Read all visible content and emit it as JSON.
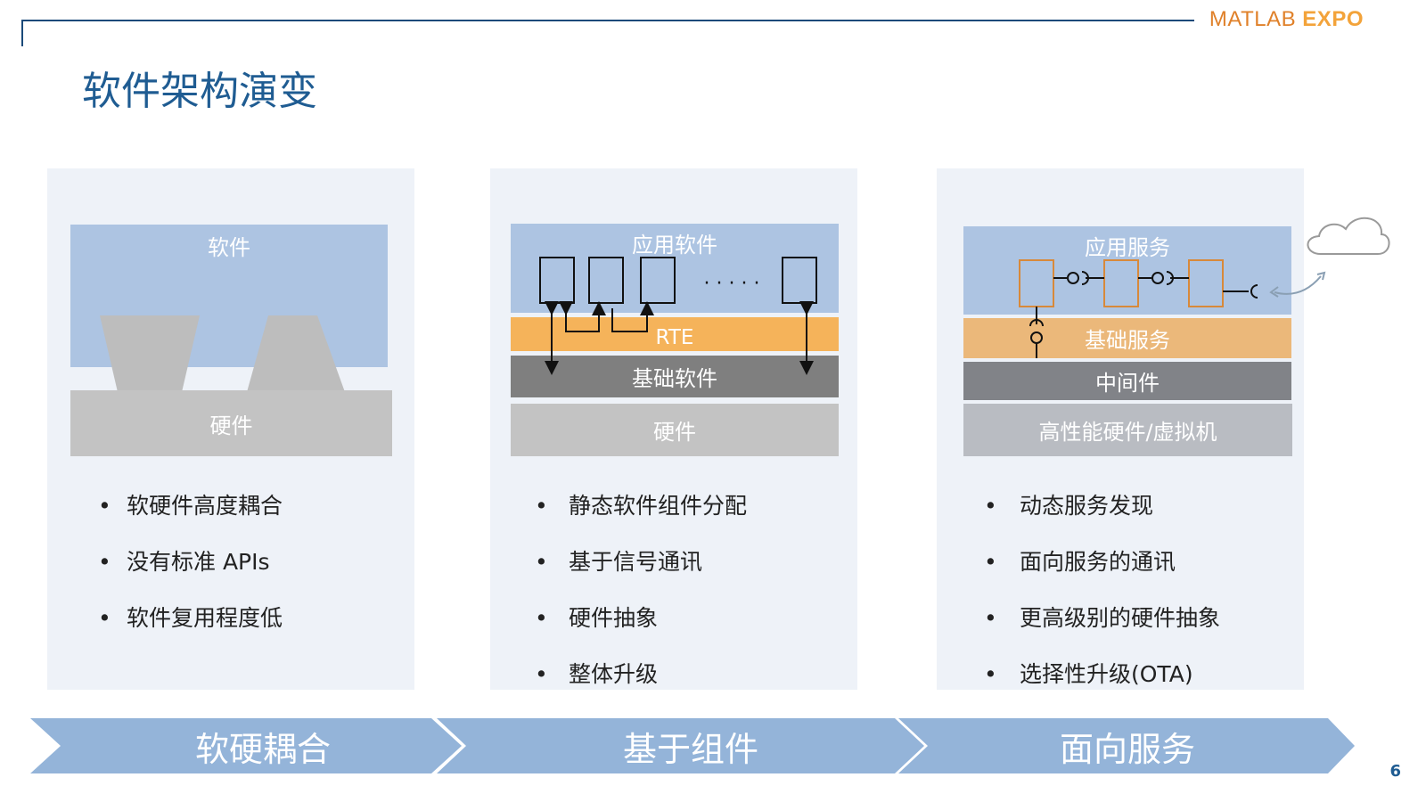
{
  "logo": {
    "matlab": "MATLAB",
    "expo": "EXPO"
  },
  "title": "软件架构演变",
  "page_number": "6",
  "panels": [
    {
      "layers": {
        "software": "软件",
        "hardware": "硬件"
      },
      "bullets": [
        "软硬件高度耦合",
        "没有标准 APIs",
        "软件复用程度低"
      ]
    },
    {
      "layers": {
        "app": "应用软件",
        "rte": "RTE",
        "bsw": "基础软件",
        "hw": "硬件"
      },
      "dots": "· · · · ·",
      "bullets": [
        "静态软件组件分配",
        "基于信号通讯",
        "硬件抽象",
        "整体升级"
      ]
    },
    {
      "layers": {
        "app_services": "应用服务",
        "base_services": "基础服务",
        "middleware": "中间件",
        "hw": "高性能硬件/虚拟机"
      },
      "bullets": [
        "动态服务发现",
        "面向服务的通讯",
        "更高级别的硬件抽象",
        "选择性升级(OTA)"
      ]
    }
  ],
  "bullet_symbol": "•",
  "stages": [
    "软硬耦合",
    "基于组件",
    "面向服务"
  ],
  "colors": {
    "title": "#1f5c92",
    "panel_bg": "#eef2f8",
    "software_blue": "#adc4e2",
    "hardware_gray": "#c3c3c3",
    "rte_orange": "#f5b35a",
    "base_services_orange": "#ebb87a",
    "bsw_dark_gray": "#7f7f7f",
    "middleware_gray": "#818388",
    "hw_light_gray": "#b9bcc2",
    "component_orange_border": "#d8893a",
    "stage_arrow": "#94b4d9"
  }
}
